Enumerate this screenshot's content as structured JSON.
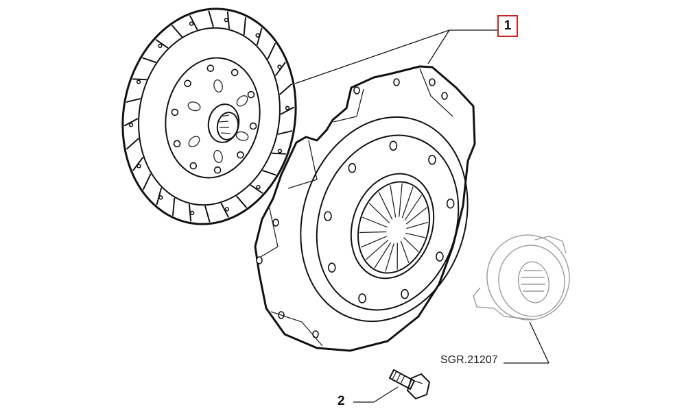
{
  "callouts": {
    "part_1": "1",
    "part_2": "2"
  },
  "reference_code": "SGR.21207",
  "colors": {
    "callout_box_border": "#cc2222",
    "line": "#111111",
    "bearing_line": "#9a9a9a"
  }
}
